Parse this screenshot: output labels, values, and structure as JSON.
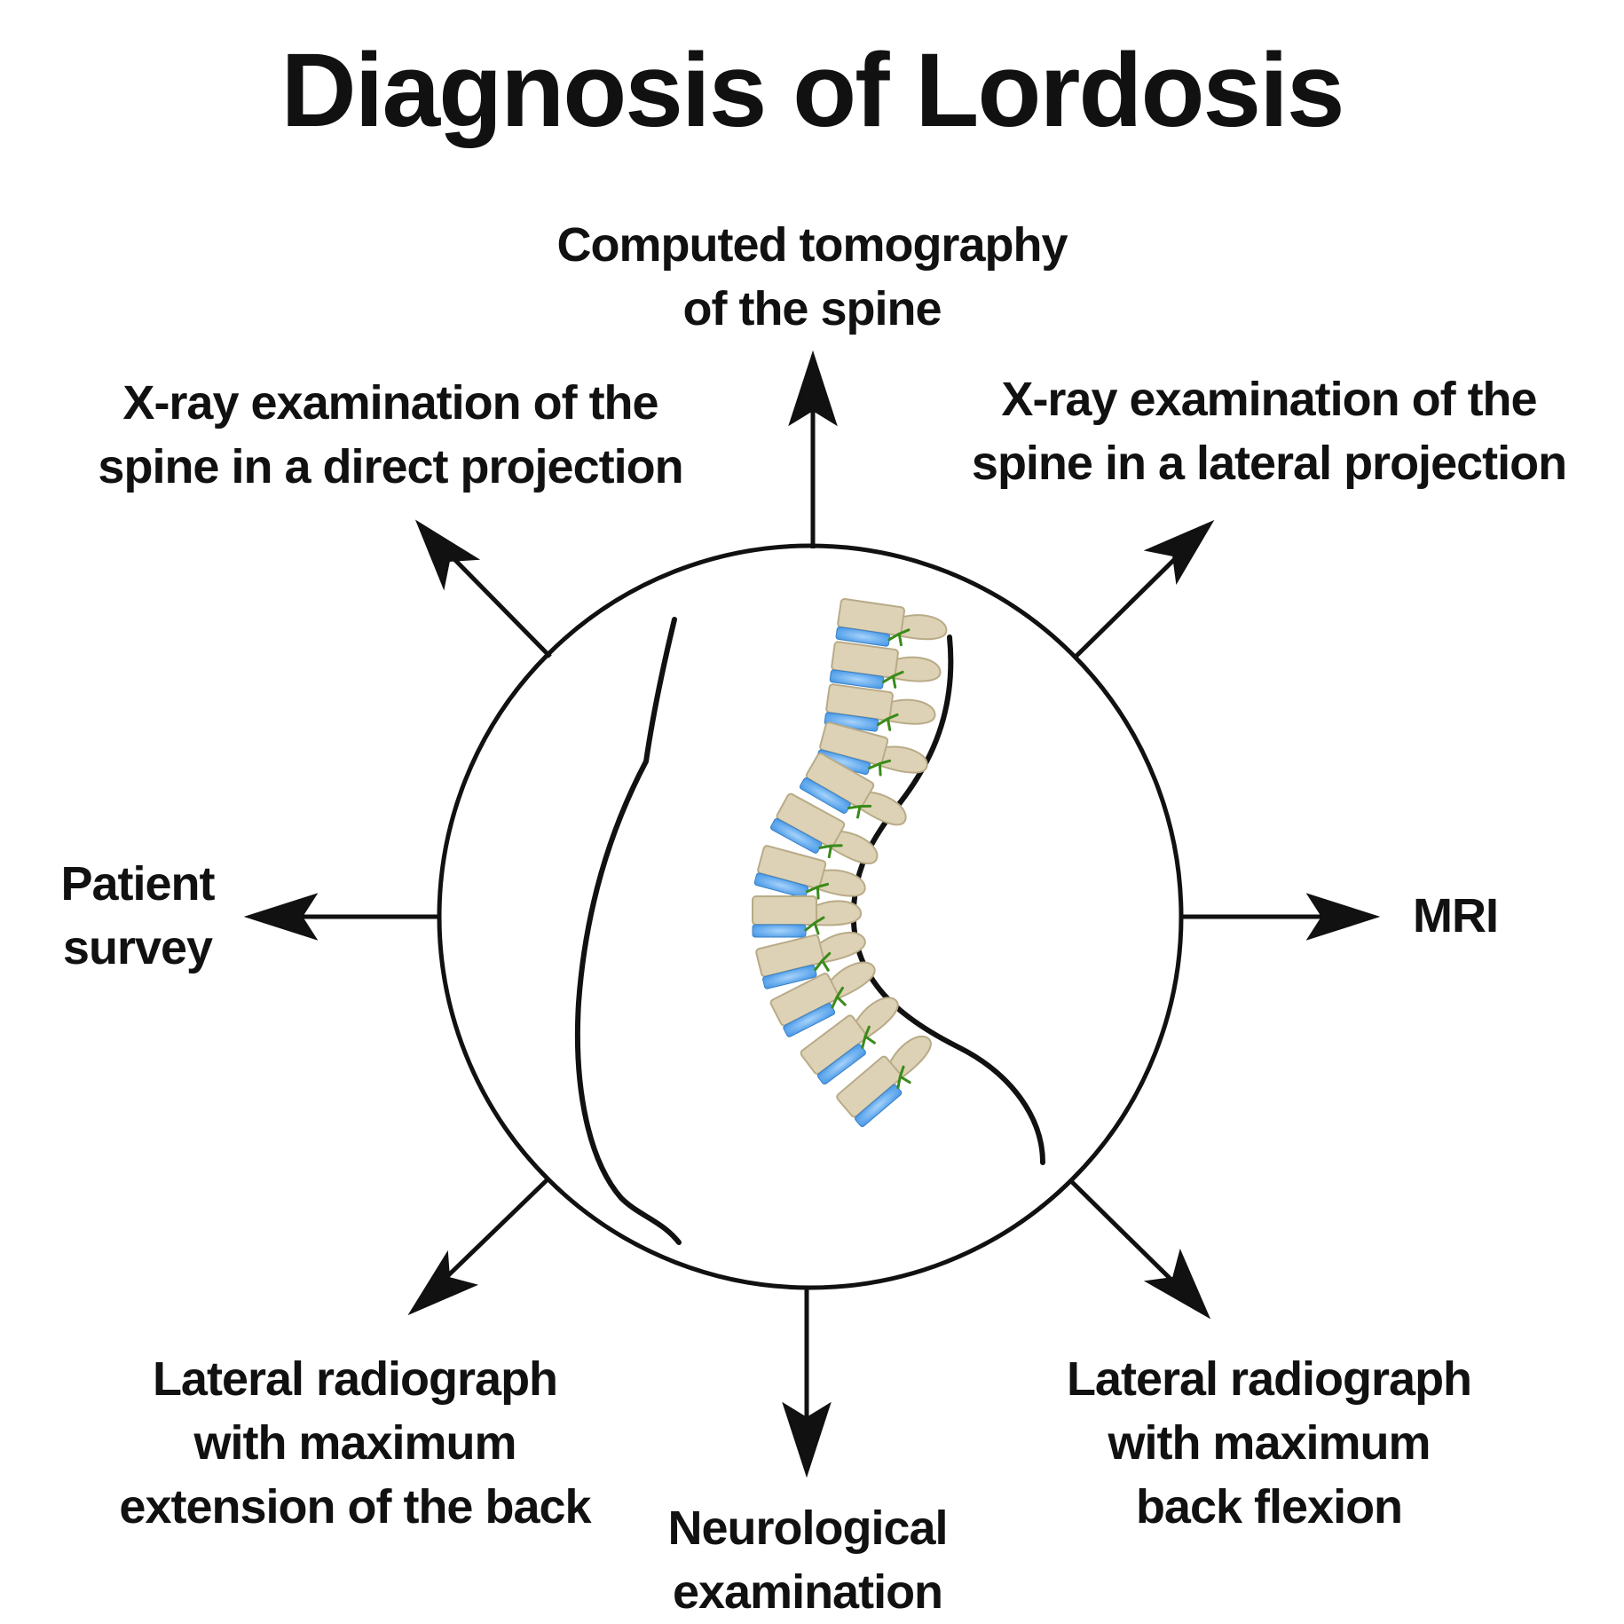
{
  "title": "Diagnosis of Lordosis",
  "methods": {
    "top": [
      "Computed tomography",
      "of the spine"
    ],
    "top_left": [
      "X-ray examination of the",
      "spine in a direct projection"
    ],
    "top_right": [
      "X-ray examination of the",
      "spine in a lateral projection"
    ],
    "left": [
      "Patient",
      "survey"
    ],
    "right": [
      "MRI"
    ],
    "bottom_left": [
      "Lateral radiograph",
      "with maximum",
      "extension of the back"
    ],
    "bottom": [
      "Neurological",
      "examination"
    ],
    "bottom_right": [
      "Lateral radiograph",
      "with maximum",
      "back flexion"
    ]
  },
  "colors": {
    "stroke": "#111111",
    "bone": "#ddd2b5",
    "bone_edge": "#b9ab88",
    "disc": "#4b9be8",
    "disc_light": "#a7d3fb",
    "nerve": "#3a8a1a"
  },
  "illustration": {
    "subject": "lumbar-spine-side-view",
    "vertebra_count": 12
  }
}
